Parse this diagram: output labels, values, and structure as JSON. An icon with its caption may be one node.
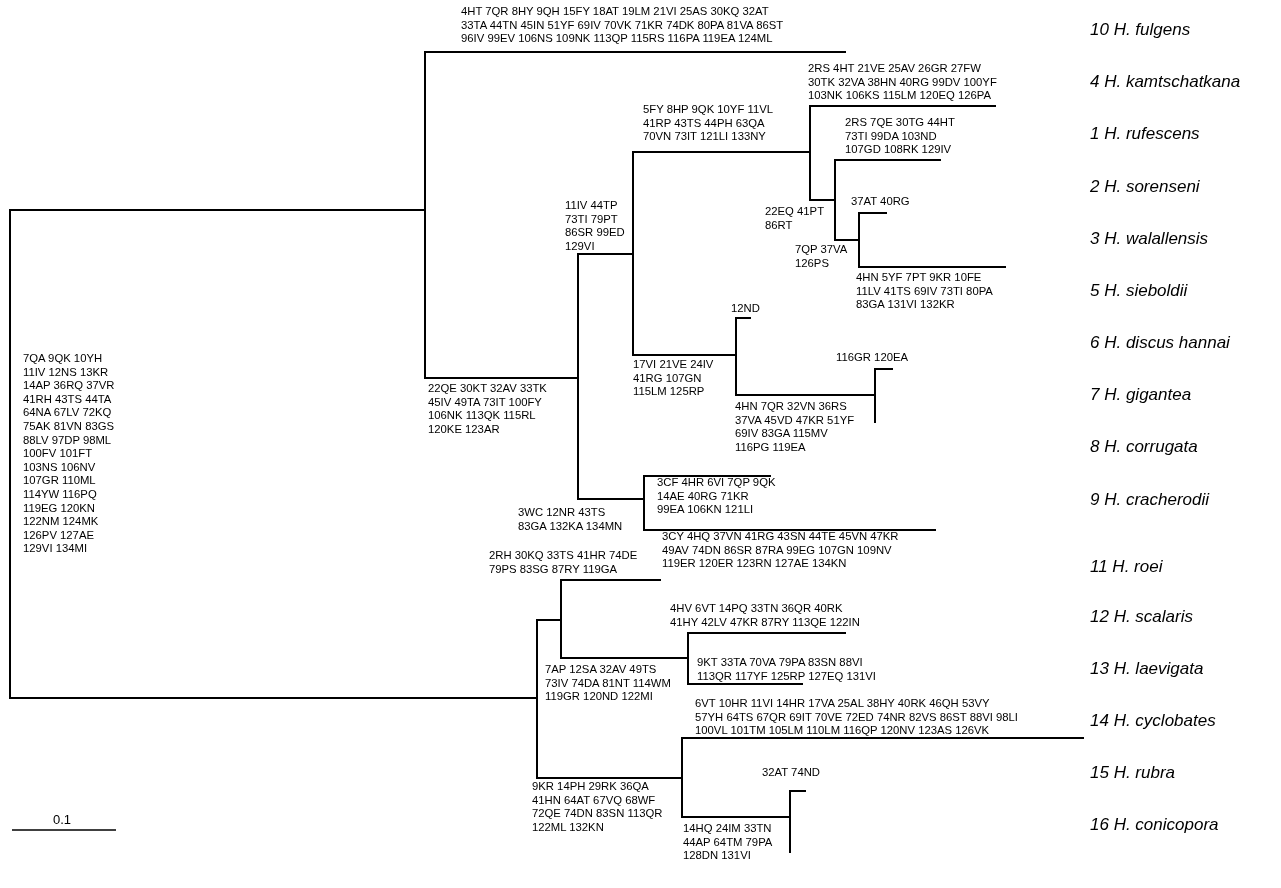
{
  "diagram": {
    "labels": [
      "4HT 7QR 8HY 9QH 15FY 18AT 19LM 21VI 25AS 30KQ 32AT 33TA 44TN 45IN 51YF 69IV 70VK 71KR 74DK 80PA 81VA 86ST 96IV 99EV 106NS 109NK 113QP 115RS 116PA 119EA 124ML",
      "2RS 4HT 21VE 25AV 26GR 27FW 30TK 32VA 38HN 40RG 99DV 100YF 103NK 106KS 115LM 120EQ 126PA",
      "5FY 8HP 9QK 10YF 11VL 41RP 43TS 44PH 63QA 70VN 73IT 121LI 133NY",
      "2RS 7QE 30TG 44HT 73TI 99DA 103ND 107GD 108RK 129IV",
      "11IV 44TP 73TI 79PT 86SR 99ED 129VI",
      "22EQ 41PT 86RT",
      "37AT 40RG",
      "7QP 37VA 126PS",
      "4HN 5YF 7PT 9KR 10FE 11LV 41TS 69IV 73TI 80PA 83GA 131VI 132KR",
      "12ND",
      "17VI 21VE 24IV 41RG 107GN 115LM 125RP",
      "116GR 120EA",
      "4HN 7QR 32VN 36RS 37VA 45VD 47KR 51YF 69IV 83GA 115MV 116PG 119EA",
      "7QA 9QK 10YH 11IV 12NS 13KR 14AP 36RQ 37VR 41RH 43TS 44TA 64NA 67LV 72KQ 75AK 81VN 83GS 88LV 97DP 98ML 100FV 101FT 103NS 106NV 107GR 110ML 114YW 116PQ 119EG 120KN 122NM 124MK 126PV 127AE 129VI 134MI",
      "22QE 30KT 32AV 33TK 45IV 49TA 73IT 100FY 106NK 113QK 115RL 120KE 123AR",
      "3CF 4HR 6VI 7QP 9QK 14AE 40RG 71KR 99EA 106KN 121LI",
      "3WC 12NR 43TS 83GA 132KA 134MN",
      "3CY 4HQ 37VN 41RG 43SN 44TE 45VN 47KR 49AV 74DN 86SR 87RA 99EG 107GN 109NV 119ER 120ER 123RN 127AE 134KN",
      "2RH 30KQ 33TS 41HR 74DE 79PS 83SG 87RY 119GA",
      "4HV 6VT 14PQ 33TN 36QR 40RK 41HY 42LV 47KR 87RY 113QE 122IN",
      "9KT 33TA 70VA 79PA 83SN 88VI 113QR 117YF 125RP 127EQ 131VI",
      "7AP 12SA 32AV 49TS 73IV 74DA 81NT 114WM 119GR 120ND 122MI",
      "6VT 10HR 11VI 14HR 17VA 25AL 38HY 40RK 46QH 53VY 57YH 64TS 67QR 69IT 70VE 72ED 74NR 82VS 86ST 88VI 98LI 100VL 101TM 105LM 110LM 116QP 120NV 123AS 126VK",
      "9KR 14PH 29RK 36QA 41HN 64AT 67VQ 68WF 72QE 74DN 83SN 113QR 122ML 132KN",
      "32AT 74ND",
      "14HQ 24IM 33TN 44AP 64TM 79PA 128DN 131VI",
      "10 H. fulgens",
      "4 H. kamtschatkana",
      "1 H. rufescens",
      "2 H. sorenseni",
      "3 H. walallensis",
      "5 H. sieboldii",
      "6 H. discus hannai",
      "7 H. gigantea",
      "8 H. corrugata",
      "9 H. cracherodii",
      "11 H. roei",
      "12 H. scalaris",
      "13 H. laevigata",
      "14 H. cyclobates",
      "15 H. rubra",
      "16 H. conicopora",
      "0.1"
    ]
  }
}
